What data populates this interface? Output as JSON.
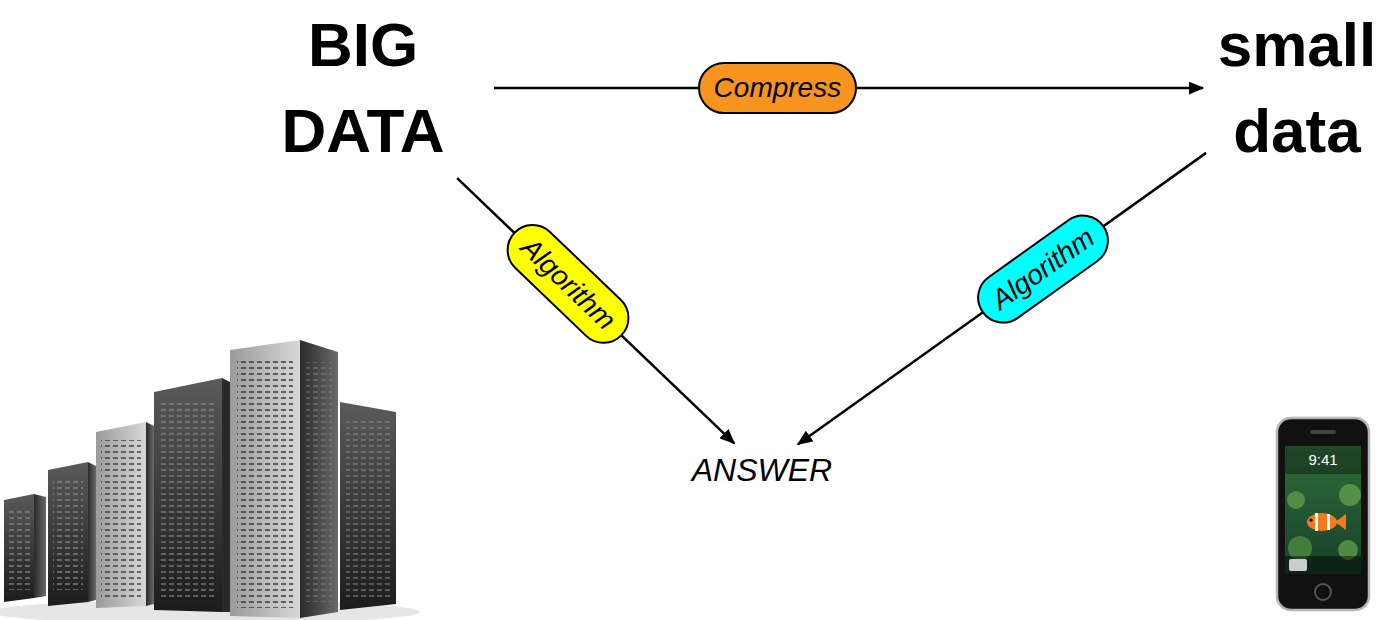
{
  "diagram": {
    "nodes": [
      {
        "text": [
          "BIG DATA"
        ]
      },
      {
        "text": [
          "small data"
        ]
      },
      {
        "text": [
          "ANSWER"
        ]
      }
    ],
    "edges": [
      {
        "from": 0,
        "to": 1,
        "label": "Compress",
        "arrow": "to"
      },
      {
        "from": 0,
        "to": 2,
        "label": "Algorithm",
        "arrow": "to"
      },
      {
        "from": 1,
        "to": 2,
        "label": "Algorithm",
        "arrow": "to"
      }
    ],
    "labels": [
      "9:41"
    ]
  }
}
